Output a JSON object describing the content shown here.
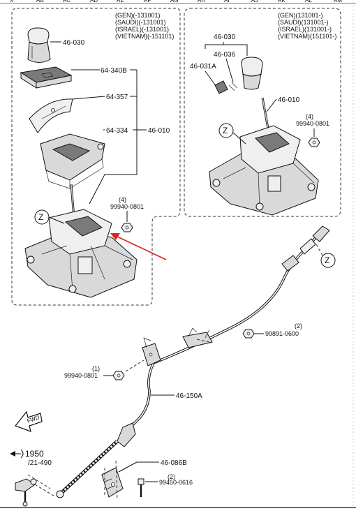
{
  "header": {
    "ruler_labels": [
      "X",
      "AB",
      "AC",
      "AD",
      "AE",
      "AF",
      "AG",
      "AH",
      "AI",
      "AJ",
      "AK",
      "AL",
      "AM"
    ]
  },
  "left_box": {
    "applicability": [
      "(GEN)(-131001)",
      "(SAUDI)(-131001)",
      "(ISRAEL)(-131001)",
      "(VIETNAM)(-151101)"
    ],
    "callouts": {
      "knob": "46-030",
      "bezel": "64-340B",
      "cover": "64-357",
      "panel": "64-334",
      "assy": "46-010",
      "nut_part": "99940-0801",
      "nut_qty": "(4)",
      "zone": "Z"
    }
  },
  "right_box": {
    "applicability": [
      "(GEN)(131001-)",
      "(SAUDI)(131001-)",
      "(ISRAEL)(131001-)",
      "(VIETNAM)(151101-)"
    ],
    "callouts": {
      "knob": "46-030",
      "knob_body": "46-036",
      "clip": "46-031A",
      "assy": "46-010",
      "nut_part": "99940-0801",
      "nut_qty": "(4)",
      "zone": "Z"
    }
  },
  "lower": {
    "zone": "Z",
    "cable": "46-150A",
    "bracket": "46-086B",
    "nut_right": {
      "part": "99891-0600",
      "qty": "(2)"
    },
    "nut_left": {
      "part": "99940-0801",
      "qty": "(1)"
    },
    "bolt": {
      "part": "99450-0616",
      "qty": "(2)"
    },
    "fwd": "FWD",
    "ref_num": "1950",
    "ref_sub": "/21-490"
  }
}
